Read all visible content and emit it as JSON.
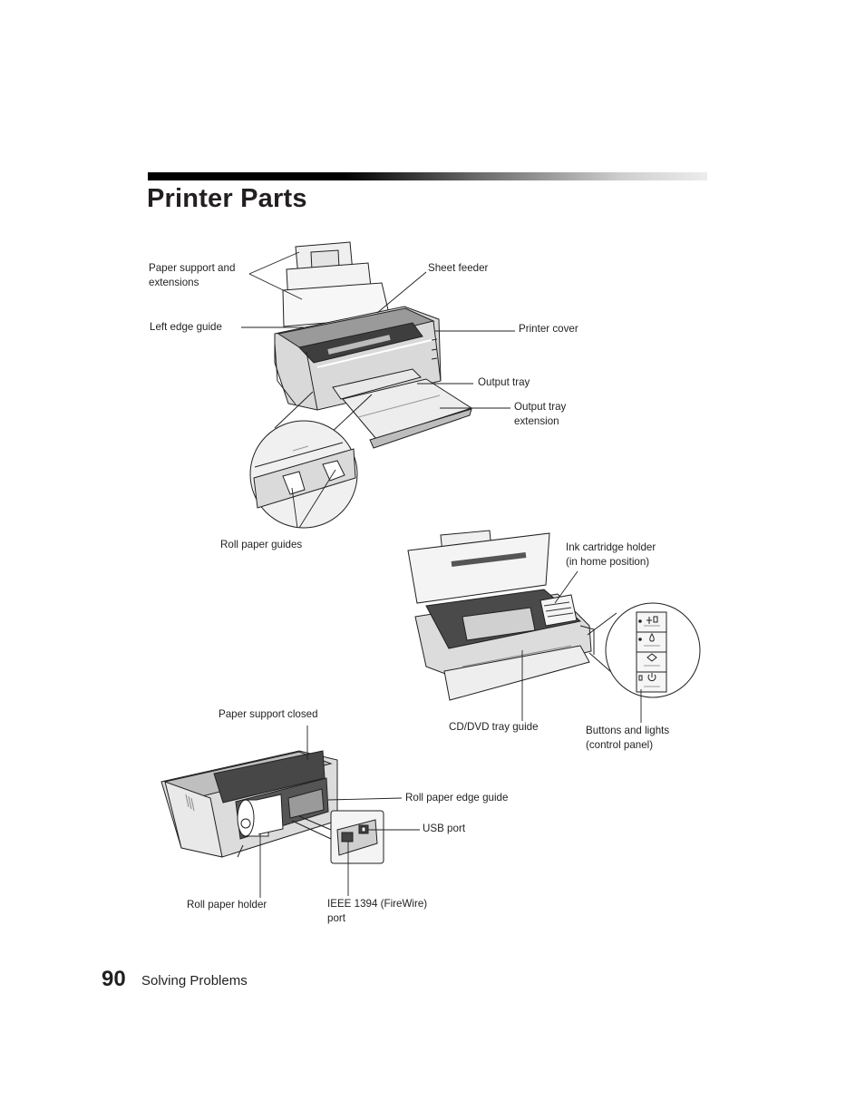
{
  "page": {
    "title": "Printer Parts",
    "footer": {
      "page_number": "90",
      "section": "Solving Problems"
    }
  },
  "labels": {
    "paper_support": [
      "Paper support and",
      "extensions"
    ],
    "sheet_feeder": "Sheet feeder",
    "left_edge_guide": "Left edge guide",
    "printer_cover": "Printer cover",
    "output_tray": "Output tray",
    "output_tray_ext": [
      "Output tray",
      "extension"
    ],
    "roll_paper_guides": "Roll paper guides",
    "ink_cartridge_holder": [
      "Ink cartridge holder",
      "(in home position)"
    ],
    "paper_support_closed": "Paper support closed",
    "cd_dvd_tray_guide": "CD/DVD tray guide",
    "buttons_lights": [
      "Buttons and lights",
      "(control panel)"
    ],
    "roll_paper_edge_guide": "Roll paper edge guide",
    "usb_port": "USB port",
    "roll_paper_holder": "Roll paper holder",
    "ieee_port": [
      "IEEE 1394 (FireWire)",
      "port"
    ]
  },
  "illustrations": {
    "front_view": "printer-front-view",
    "open_view": "printer-cover-open-view",
    "rear_view": "printer-rear-view",
    "control_panel_icons": [
      "roll-paper-cut-icon",
      "ink-drop-icon",
      "paper-feed-icon",
      "power-icon"
    ]
  }
}
